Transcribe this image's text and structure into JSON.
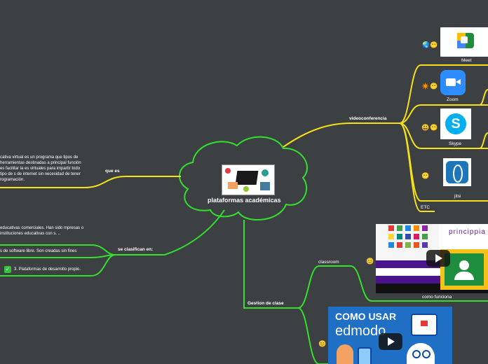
{
  "central": {
    "title": "plataformas académicas"
  },
  "branches": {
    "que_es": {
      "label": "que es",
      "text": "cativa virtual es un programa que tipos de herramientas destinadas a principal función es facilitar la es virtuales para impartir todo tipo de s de internet sin necesidad de tener rogramación."
    },
    "se_clasifican": {
      "label": "se clasifican en:",
      "items": [
        "educativas comerciales. Han sido mpresas o instituciones educativas con s. ..",
        "s de software libre. Son creadas sin fines",
        "3. Plataformas de desarrollo propio."
      ],
      "check_icon": "check-mark-icon"
    },
    "videoconferencia": {
      "label": "videoconferencia",
      "items": [
        {
          "label": "Meet",
          "icon": "google-meet-icon",
          "badges": [
            "🌏",
            "😶"
          ]
        },
        {
          "label": "Zoom",
          "icon": "zoom-camera-icon",
          "badges": [
            "✴️",
            "😶"
          ]
        },
        {
          "label": "Skype",
          "icon": "skype-icon",
          "badges": [
            "😃",
            "😶"
          ]
        },
        {
          "label": "jitsi",
          "icon": "jitsi-icon",
          "badges": [
            "😶"
          ]
        },
        {
          "label": "ETC",
          "icon": "",
          "badges": []
        }
      ]
    },
    "gestion": {
      "label": "Gestion de clase",
      "items": [
        {
          "label": "classroom",
          "badge": "😊",
          "video_caption": "como funciona",
          "thumb_brand": "princippia"
        },
        {
          "label": "",
          "badge": "😊",
          "video_title_line1": "COMO USAR",
          "video_title_line2": "edmodo"
        }
      ]
    }
  },
  "colors": {
    "background": "#3c4043",
    "branch_green": "#33e02e",
    "branch_yellow": "#f6e016",
    "text": "#ffffff"
  }
}
